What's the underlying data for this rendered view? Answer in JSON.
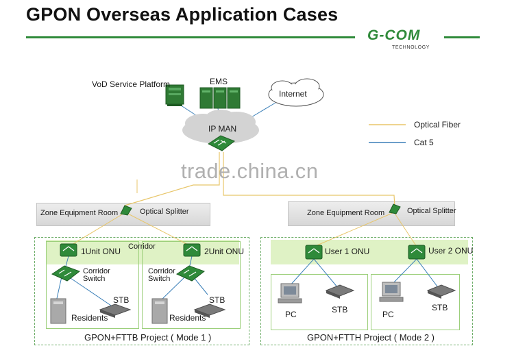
{
  "title": "GPON Overseas Application Cases",
  "logo": {
    "name": "G-COM",
    "tagline": "TECHNOLOGY"
  },
  "watermark": "trade.china.cn",
  "core": {
    "vod_platform": "VoD Service Platform",
    "ems": "EMS",
    "internet": "Internet",
    "ip_man": "IP MAN"
  },
  "legend": [
    {
      "label": "Optical Fiber",
      "color": "#e8c66a"
    },
    {
      "label": "Cat 5",
      "color": "#3a7fb8"
    }
  ],
  "left_project": {
    "zone_room": "Zone Equipment Room",
    "splitter": "Optical Splitter",
    "corridor": "Corridor",
    "unit1_onu": "1Unit ONU",
    "unit2_onu": "2Unit ONU",
    "switch_label": "Corridor Switch",
    "stb": "STB",
    "residents": "Residents",
    "caption": "GPON+FTTB Project ( Mode 1 )"
  },
  "right_project": {
    "zone_room": "Zone Equipment Room",
    "splitter": "Optical Splitter",
    "user1_onu": "User 1 ONU",
    "user2_onu": "User 2 ONU",
    "pc": "PC",
    "stb": "STB",
    "caption": "GPON+FTTH Project ( Mode 2 )"
  },
  "colors": {
    "brand": "#2f8a3a",
    "fiber": "#e8c66a",
    "cat5": "#3a7fb8",
    "panel_green": "#dff2c5"
  }
}
